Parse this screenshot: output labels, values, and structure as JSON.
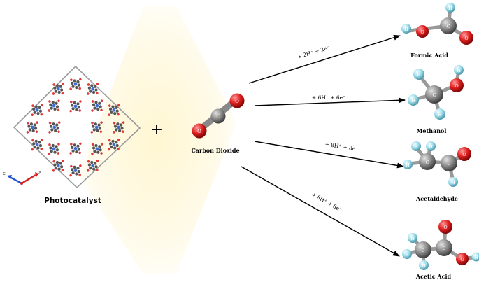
{
  "reactant": {
    "label": "Carbon Dioxide",
    "atoms": {
      "carbon": "C",
      "oxygen": "O"
    }
  },
  "catalyst": {
    "label": "Photocatalyst",
    "axes": {
      "c": "c",
      "a": "a"
    }
  },
  "plus_sign": "+",
  "products": [
    {
      "name": "Formic Acid",
      "reaction": "+ 2H⁺ + 2e⁻"
    },
    {
      "name": "Methanol",
      "reaction": "+ 6H⁺ + 6e⁻"
    },
    {
      "name": "Acetaldehyde",
      "reaction": "+ 8H⁺ + 8e⁻"
    },
    {
      "name": "Acetic Acid",
      "reaction": "+ 8H⁺ + 8e⁻"
    }
  ],
  "atom_letters": {
    "carbon": "C",
    "oxygen": "O",
    "hydrogen": "H"
  },
  "colors": {
    "carbon": "#7d7d7d",
    "oxygen": "#d81e1e",
    "hydrogen": "#8ed8ec",
    "glow": "#fff3c4"
  }
}
